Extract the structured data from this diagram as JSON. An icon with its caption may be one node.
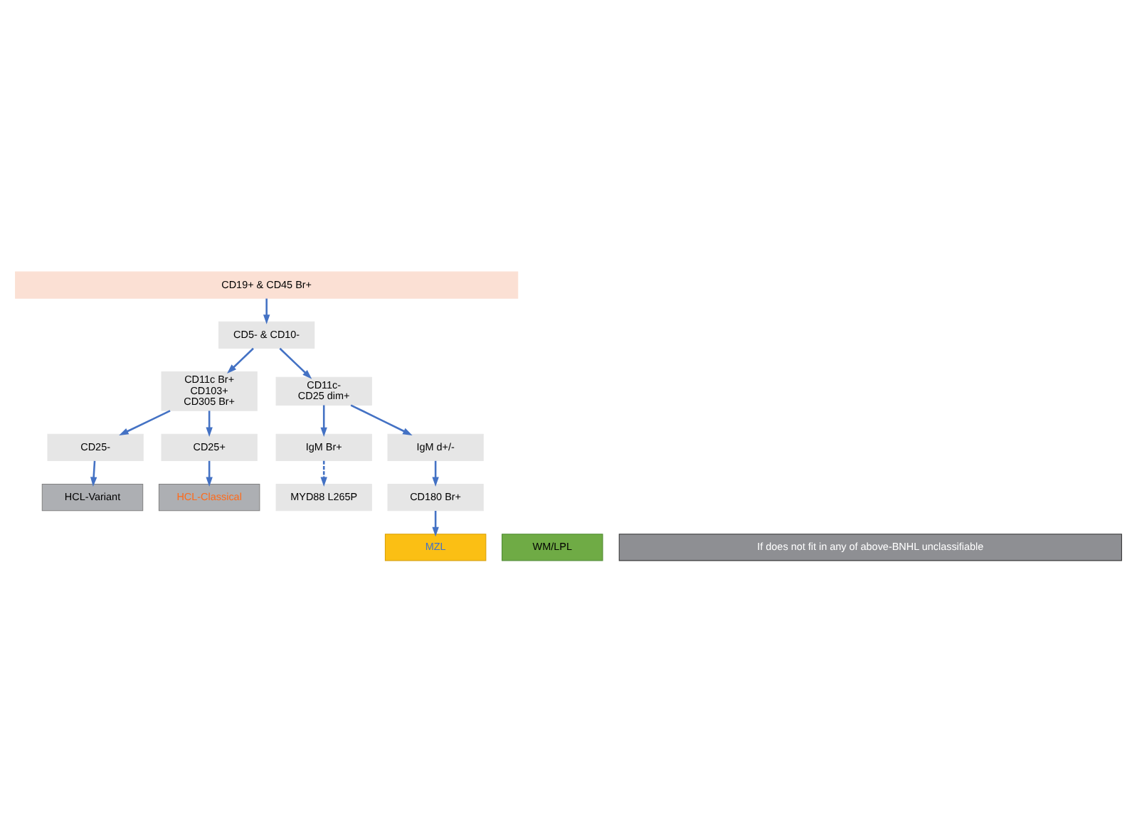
{
  "diagram": {
    "nodes": [
      {
        "text": [
          "CD19+ & CD45 Br+"
        ]
      },
      {
        "text": [
          "CD5- & CD10-"
        ]
      },
      {
        "text": [
          "CD11c Br+",
          "CD103+",
          "CD305 Br+"
        ]
      },
      {
        "text": [
          "CD11c-",
          "CD25 dim+"
        ]
      },
      {
        "text": [
          "CD25-"
        ]
      },
      {
        "text": [
          "CD25+"
        ]
      },
      {
        "text": [
          "IgM Br+"
        ]
      },
      {
        "text": [
          "IgM d+/-"
        ]
      },
      {
        "text": [
          "MYD88 L265P"
        ]
      },
      {
        "text": [
          "CD180 Br+"
        ]
      },
      {
        "text": [
          "HCL-Variant"
        ]
      },
      {
        "text": [
          "HCL-Classical"
        ]
      },
      {
        "text": [
          "WM/LPL"
        ]
      },
      {
        "text": [
          "MZL"
        ]
      },
      {
        "text": [
          "If does not fit in any of above-BNHL unclassifiable"
        ]
      }
    ],
    "edges": [
      {
        "from": 0,
        "to": 1,
        "arrow": "to"
      },
      {
        "from": 1,
        "to": 2,
        "arrow": "to"
      },
      {
        "from": 1,
        "to": 3,
        "arrow": "to"
      },
      {
        "from": 2,
        "to": 4,
        "arrow": "to"
      },
      {
        "from": 2,
        "to": 5,
        "arrow": "to"
      },
      {
        "from": 3,
        "to": 6,
        "arrow": "to"
      },
      {
        "from": 3,
        "to": 7,
        "arrow": "to"
      },
      {
        "from": 4,
        "to": 10,
        "arrow": "to"
      },
      {
        "from": 5,
        "to": 11,
        "arrow": "to"
      },
      {
        "from": 6,
        "to": 8,
        "arrow": "to",
        "style": "dashed"
      },
      {
        "from": 7,
        "to": 9,
        "arrow": "to"
      },
      {
        "from": 9,
        "to": 13,
        "arrow": "to"
      }
    ]
  }
}
